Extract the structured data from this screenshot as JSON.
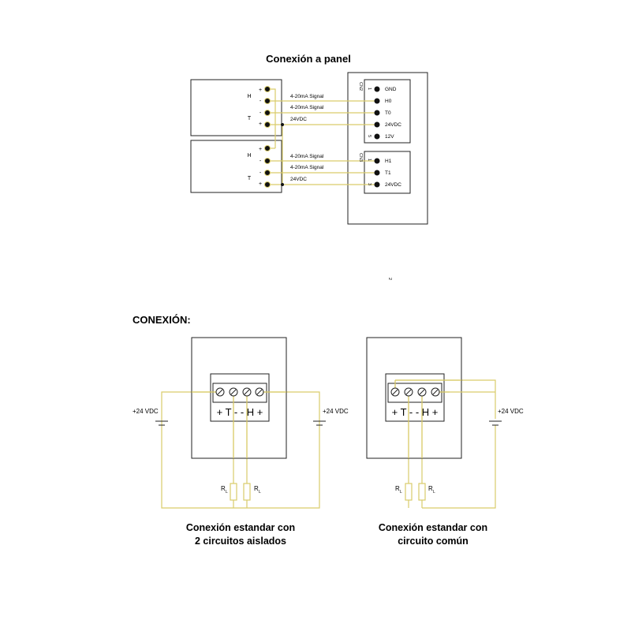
{
  "top": {
    "title": "Conexión a panel",
    "sensor1": {
      "pins": [
        "H",
        "-",
        "T",
        "+"
      ]
    },
    "sensor2": {
      "pins": [
        "H",
        "-",
        "T",
        "+"
      ]
    },
    "signals": [
      "4-20mA Signal",
      "4-20mA Signal",
      "24VDC"
    ],
    "cn2": {
      "label": "CN2",
      "pins": [
        "GND",
        "H0",
        "T0",
        "24VDC",
        "12V"
      ],
      "numbers": [
        "1",
        "5"
      ]
    },
    "cn3": {
      "label": "CN3",
      "pins": [
        "H1",
        "T1",
        "24VDC"
      ],
      "numbers": [
        "1",
        "3"
      ]
    },
    "stray": "2"
  },
  "bottom": {
    "heading": "CONEXIÓN:",
    "terminal_labels": "+ T - - H +",
    "supply": "+24 VDC",
    "resistor": "R",
    "resistor_sub": "L",
    "captions": {
      "left_line1": "Conexión estandar con",
      "left_line2": "2 circuitos aislados",
      "right_line1": "Conexión estandar con",
      "right_line2": "circuito común"
    }
  },
  "colors": {
    "wire": "#d9cc6a",
    "outline": "#222222"
  }
}
